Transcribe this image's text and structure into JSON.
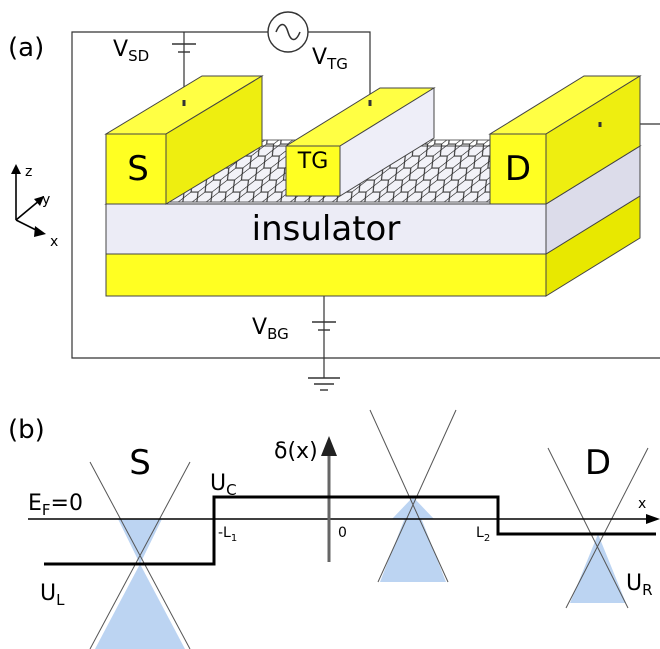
{
  "panel_a": {
    "panel_label": "(a)",
    "source_label": "S",
    "topgate_label": "TG",
    "drain_label": "D",
    "insulator_label": "insulator",
    "vsd": {
      "main": "V",
      "sub": "SD"
    },
    "vtg": {
      "main": "V",
      "sub": "TG"
    },
    "vbg": {
      "main": "V",
      "sub": "BG"
    },
    "axes": {
      "z": "z",
      "y": "y",
      "x": "x"
    },
    "colors": {
      "gold": "#ffff22",
      "gold_side": "#e8e800",
      "insulator": "#ececf6",
      "cone": "#bcd4f2"
    }
  },
  "panel_b": {
    "panel_label": "(b)",
    "source_label": "S",
    "drain_label": "D",
    "ef": {
      "main": "E",
      "sub": "F",
      "rest": "=0"
    },
    "ul": {
      "main": "U",
      "sub": "L"
    },
    "uc": {
      "main": "U",
      "sub": "C"
    },
    "ur": {
      "main": "U",
      "sub": "R"
    },
    "delta_label": "δ(x)",
    "x_axis_label": "x",
    "tick_minus_l1": {
      "main": "-L",
      "sub": "1"
    },
    "tick_zero": "0",
    "tick_l2": {
      "main": "L",
      "sub": "2"
    }
  }
}
